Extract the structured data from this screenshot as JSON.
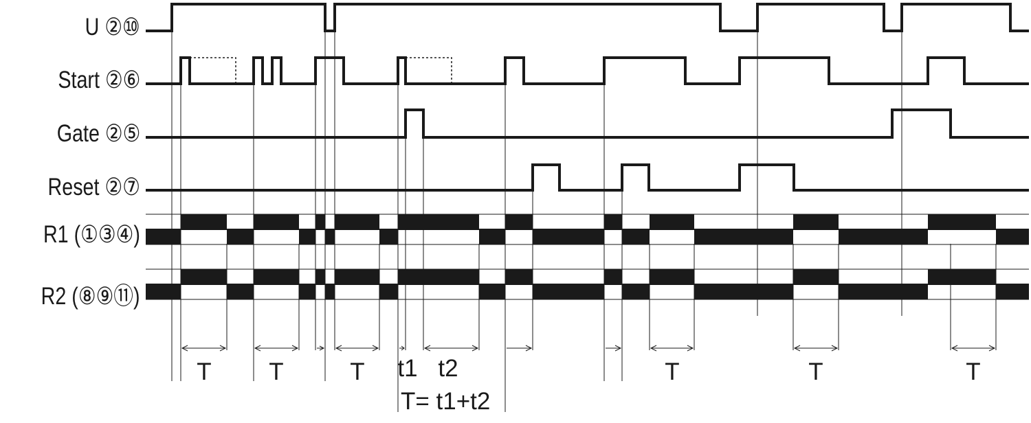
{
  "signals": [
    {
      "name": "U",
      "terminals": "②⑩"
    },
    {
      "name": "Start",
      "terminals": "②⑥"
    },
    {
      "name": "Gate",
      "terminals": "②⑤"
    },
    {
      "name": "Reset",
      "terminals": "②⑦"
    },
    {
      "name": "R1",
      "terminals": "(①③④)"
    },
    {
      "name": "R2",
      "terminals": "(⑧⑨⑪)"
    }
  ],
  "labels": {
    "period_a": "T",
    "period_b": "T",
    "period_c": "T",
    "t1": "t1",
    "t2": "t2",
    "formula": "T= t1+t2",
    "period_d": "T",
    "period_e": "T",
    "period_f": "T"
  },
  "colors": {
    "line": "#1a1a1a"
  }
}
